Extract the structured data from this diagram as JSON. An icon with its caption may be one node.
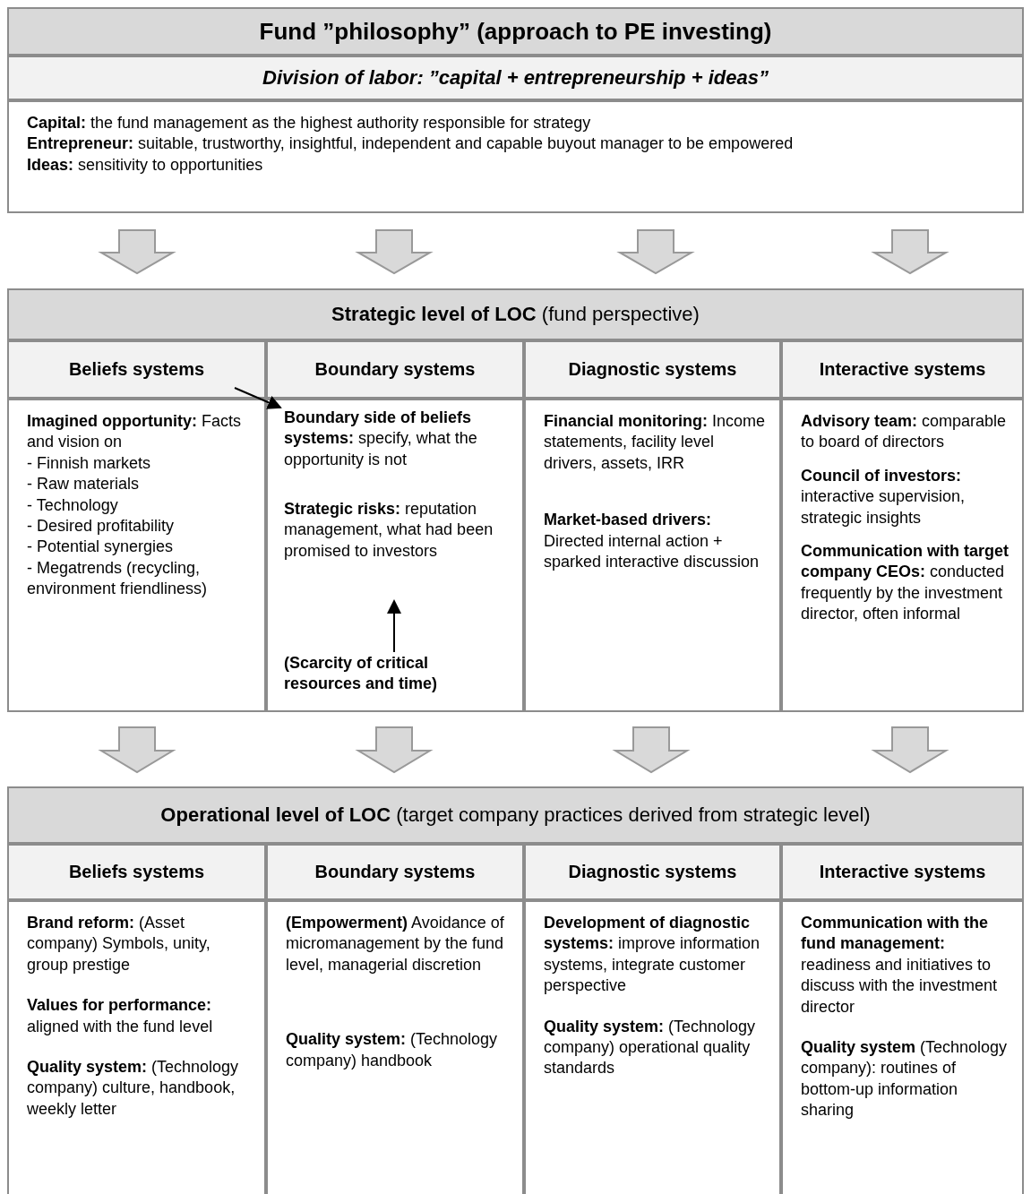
{
  "diagram": {
    "nodes": [
      {
        "text": [
          "Fund ”philosophy” (approach to PE investing)"
        ]
      },
      {
        "text": [
          "Division of labor: ”capital + entrepreneurship + ideas”"
        ]
      },
      {
        "text": [
          "**Capital:** the fund management as the highest authority responsible for strategy",
          "**Entrepreneur:** suitable, trustworthy, insightful, independent and capable buyout manager to be empowered",
          "**Ideas:** sensitivity to opportunities"
        ]
      },
      {
        "text": [
          "**Strategic level of LOC** (fund perspective)"
        ]
      },
      {
        "text": [
          "Beliefs systems"
        ]
      },
      {
        "text": [
          "Boundary systems"
        ]
      },
      {
        "text": [
          "Diagnostic systems"
        ]
      },
      {
        "text": [
          "Interactive systems"
        ]
      },
      {
        "text": [
          "**Imagined opportunity:** Facts and vision on",
          "- Finnish markets",
          "- Raw materials",
          "- Technology",
          "- Desired profitability",
          "- Potential synergies",
          "- Megatrends (recycling, environment friendliness)"
        ]
      },
      {
        "text": [],
        "shape": "box"
      },
      {
        "text": [
          "**Boundary side of beliefs systems:** specify, what the opportunity is not"
        ],
        "in": 9
      },
      {
        "text": [
          "**Strategic risks:** reputation management, what had been promised to investors"
        ],
        "in": 9
      },
      {
        "text": [
          "(Scarcity of critical resources and time)"
        ],
        "in": 9
      },
      {
        "text": [
          "**Financial monitoring:** Income statements, facility level drivers, assets, IRR",
          "**Market-based drivers:** Directed internal action + sparked interactive discussion"
        ]
      },
      {
        "text": [
          "**Advisory team:** comparable to board of directors",
          "**Council of investors:** interactive supervision, strategic insights",
          "**Communication with target company CEOs:** conducted frequently by the investment director, often informal"
        ]
      },
      {
        "text": [
          "**Operational level of LOC** (target company practices derived from strategic level)"
        ]
      },
      {
        "text": [
          "Beliefs systems"
        ]
      },
      {
        "text": [
          "Boundary systems"
        ]
      },
      {
        "text": [
          "Diagnostic systems"
        ]
      },
      {
        "text": [
          "Interactive systems"
        ]
      },
      {
        "text": [
          "**Brand reform:** (Asset company) Symbols, unity, group prestige",
          "**Values for performance:** aligned with the fund level",
          "**Quality system:** (Technology company) culture, handbook, weekly letter"
        ]
      },
      {
        "text": [
          "**(Empowerment)** Avoidance of micromanagement by the fund level, managerial discretion",
          "**Quality system:** (Technology company) handbook"
        ]
      },
      {
        "text": [
          "**Development of diagnostic systems:** improve information systems, integrate customer perspective",
          "**Quality system:** (Technology company) operational quality standards"
        ]
      },
      {
        "text": [
          "**Communication with the fund management:** readiness and initiatives to discuss with the investment director",
          "**Quality system** (Technology company): routines of bottom-up information sharing"
        ]
      }
    ],
    "edges": [
      {
        "from": 2,
        "to": 3,
        "arrow": "to"
      },
      {
        "from": 2,
        "to": 3,
        "arrow": "to"
      },
      {
        "from": 2,
        "to": 3,
        "arrow": "to"
      },
      {
        "from": 2,
        "to": 3,
        "arrow": "to"
      },
      {
        "from": 4,
        "to": 10,
        "arrow": "to"
      },
      {
        "from": 12,
        "to": 11,
        "arrow": "to"
      },
      {
        "from": 8,
        "to": 15,
        "arrow": "to"
      },
      {
        "from": 9,
        "to": 15,
        "arrow": "to"
      },
      {
        "from": 13,
        "to": 15,
        "arrow": "to"
      },
      {
        "from": 14,
        "to": 15,
        "arrow": "to"
      }
    ]
  }
}
